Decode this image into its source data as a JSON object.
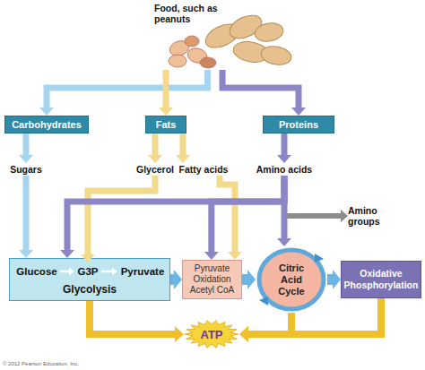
{
  "diagram": {
    "nodes": [
      {
        "text": [
          "Food, such as peanuts"
        ]
      },
      {
        "text": [
          "Carbohydrates"
        ]
      },
      {
        "text": [
          "Fats"
        ]
      },
      {
        "text": [
          "Proteins"
        ]
      },
      {
        "text": [
          "Sugars"
        ]
      },
      {
        "text": [
          "Glycerol"
        ]
      },
      {
        "text": [
          "Fatty acids"
        ]
      },
      {
        "text": [
          "Amino acids"
        ]
      },
      {
        "text": [
          "Amino groups"
        ]
      },
      {
        "text": [
          "Glycolysis"
        ]
      },
      {
        "text": [
          "Glucose"
        ],
        "in": 9
      },
      {
        "text": [
          "G3P"
        ],
        "in": 9
      },
      {
        "text": [
          "Pyruvate"
        ],
        "in": 9
      },
      {
        "text": [
          "Pyruvate Oxidation",
          "Acetyl CoA"
        ]
      },
      {
        "text": [
          "Citric Acid Cycle"
        ]
      },
      {
        "text": [
          "Oxidative Phosphorylation"
        ]
      },
      {
        "text": [
          "ATP"
        ]
      }
    ],
    "edges": [
      {
        "from": 0,
        "to": 1,
        "arrow": "to"
      },
      {
        "from": 0,
        "to": 2,
        "arrow": "to"
      },
      {
        "from": 0,
        "to": 3,
        "arrow": "to"
      },
      {
        "from": 1,
        "to": 4,
        "arrow": "to"
      },
      {
        "from": 2,
        "to": 5,
        "arrow": "to"
      },
      {
        "from": 2,
        "to": 6,
        "arrow": "to"
      },
      {
        "from": 3,
        "to": 7,
        "arrow": "to"
      },
      {
        "from": 4,
        "to": 9,
        "arrow": "to"
      },
      {
        "from": 5,
        "to": 11,
        "arrow": "to"
      },
      {
        "from": 6,
        "to": 13,
        "arrow": "to"
      },
      {
        "from": 7,
        "to": 9,
        "arrow": "to"
      },
      {
        "from": 7,
        "to": 13,
        "arrow": "to"
      },
      {
        "from": 7,
        "to": 14,
        "arrow": "to"
      },
      {
        "from": 7,
        "to": 8,
        "arrow": "to"
      },
      {
        "from": 9,
        "to": 13,
        "arrow": "to"
      },
      {
        "from": 13,
        "to": 14,
        "arrow": "to"
      },
      {
        "from": 14,
        "to": 15,
        "arrow": "to"
      },
      {
        "from": 9,
        "to": 16,
        "arrow": "to"
      },
      {
        "from": 14,
        "to": 16,
        "arrow": "to"
      },
      {
        "from": 15,
        "to": 16,
        "arrow": "to"
      },
      {
        "from": 10,
        "to": 11,
        "arrow": "to"
      },
      {
        "from": 11,
        "to": 12,
        "arrow": "to"
      }
    ],
    "labels": [
      "© 2012 Pearson Education, Inc."
    ]
  }
}
